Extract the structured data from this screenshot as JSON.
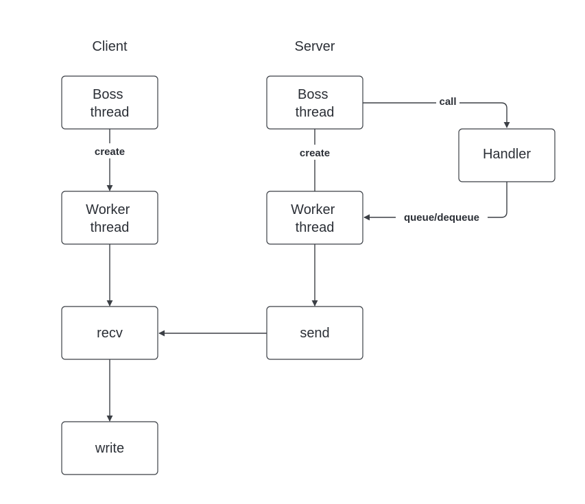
{
  "headings": {
    "client": "Client",
    "server": "Server"
  },
  "nodes": {
    "client_boss": [
      "Boss",
      "thread"
    ],
    "client_worker": [
      "Worker",
      "thread"
    ],
    "client_recv": [
      "recv"
    ],
    "client_write": [
      "write"
    ],
    "server_boss": [
      "Boss",
      "thread"
    ],
    "server_worker": [
      "Worker",
      "thread"
    ],
    "server_send": [
      "send"
    ],
    "handler": [
      "Handler"
    ]
  },
  "edges": {
    "client_create": "create",
    "server_create": "create",
    "call": "call",
    "queue": "queue/dequeue"
  },
  "colors": {
    "stroke": "#3b3f45",
    "text": "#2b2f36",
    "background": "#ffffff"
  }
}
